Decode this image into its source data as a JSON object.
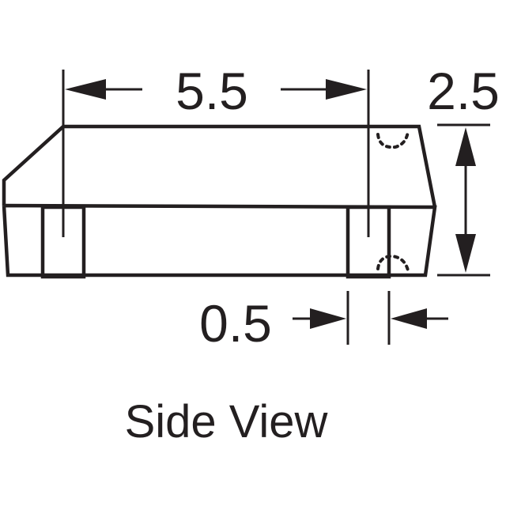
{
  "dimensions": {
    "length": "5.5",
    "height": "2.5",
    "terminal_width": "0.5"
  },
  "caption": "Side View",
  "colors": {
    "line": "#231f20",
    "background": "#ffffff"
  }
}
